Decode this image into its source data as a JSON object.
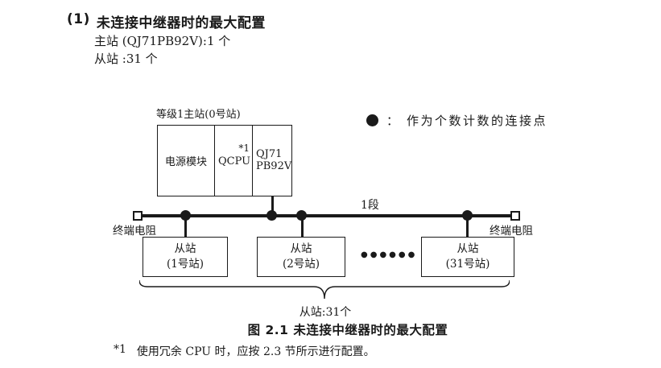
{
  "colors": {
    "ink": "#1a1a1a",
    "background": "#ffffff"
  },
  "heading": {
    "number": "(1)",
    "title": "未连接中继器时的最大配置"
  },
  "intro": {
    "master_line": "主站 (QJ71PB92V):1 个",
    "slave_line": "从站 :31 个"
  },
  "diagram": {
    "master_station_label": "等级1主站(0号站)",
    "master_rack": {
      "power_module": "电源模块",
      "cpu": "QCPU",
      "cpu_footnote_ref": "*1",
      "network_module_line1": "QJ71",
      "network_module_line2": "PB92V"
    },
    "legend": {
      "icon": "filled-circle-connection-point",
      "separator": "：",
      "text": "作为个数计数的连接点"
    },
    "segment_label": "1段",
    "left_terminator_label": "终端电阻",
    "right_terminator_label": "终端电阻",
    "slave_stations": [
      {
        "name": "从站",
        "station_no": "(1号站)"
      },
      {
        "name": "从站",
        "station_no": "(2号站)"
      },
      {
        "name": "从站",
        "station_no": "(31号站)"
      }
    ],
    "ellipsis": "●●●●●●",
    "brace_label": "从站:31个"
  },
  "caption": "图 2.1 未连接中继器时的最大配置",
  "footnote": {
    "marker": "*1",
    "text": "使用冗余 CPU 时，应按 2.3 节所示进行配置。"
  }
}
